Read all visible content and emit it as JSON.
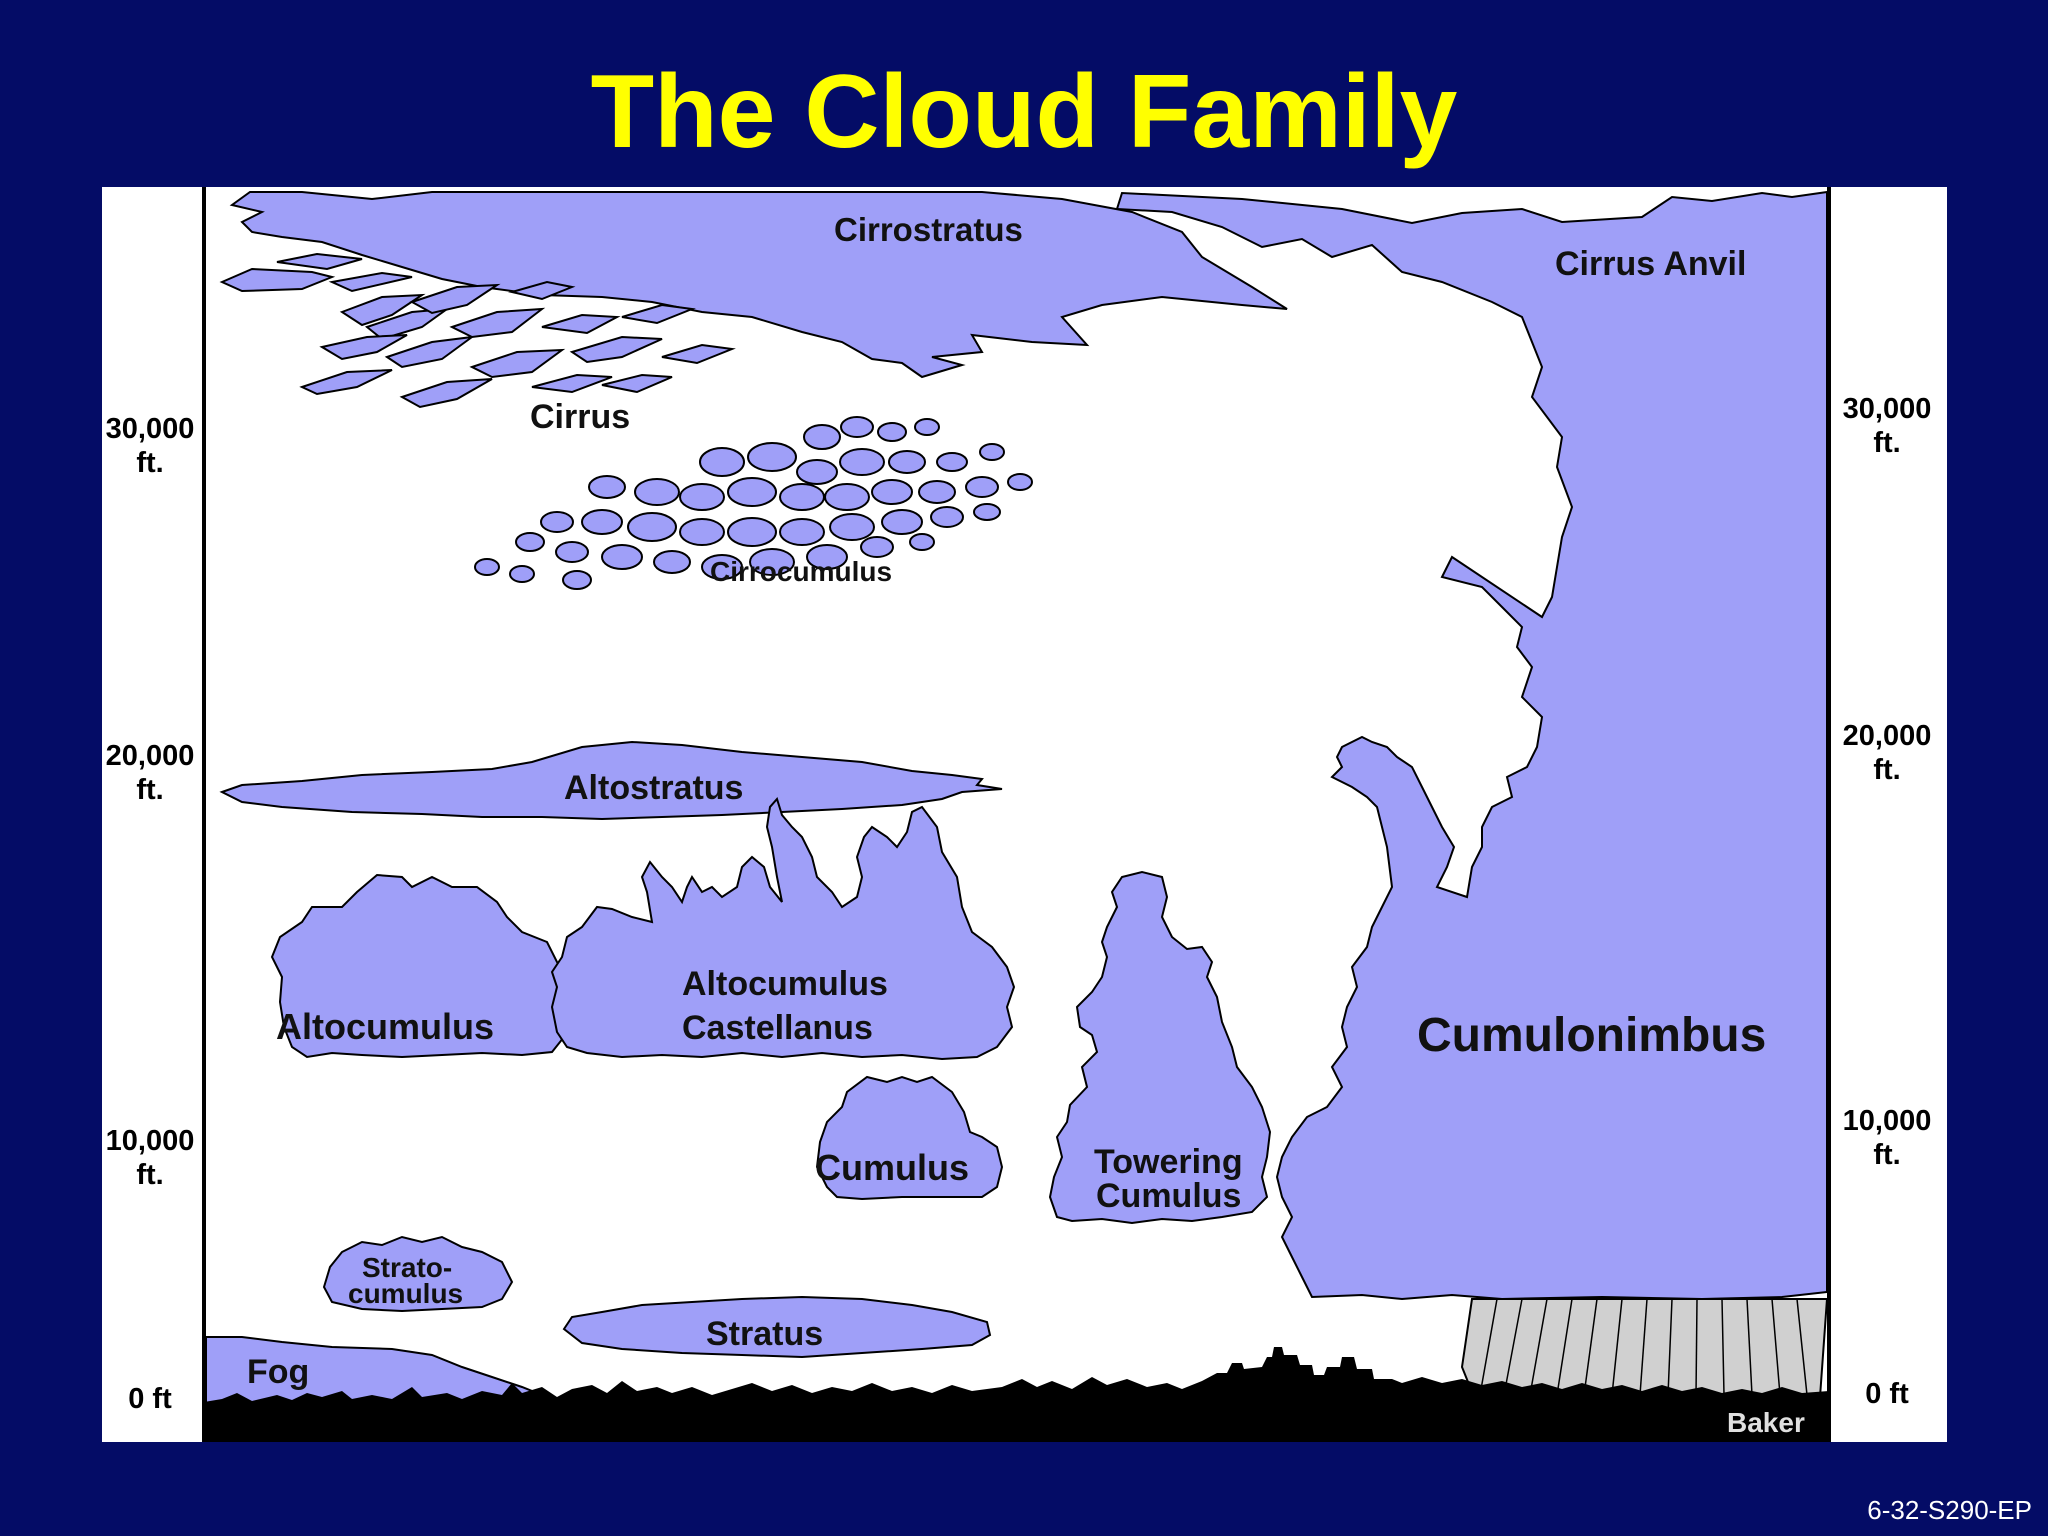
{
  "title": "The Cloud Family",
  "footer_code": "6-32-S290-EP",
  "credit": "Baker",
  "altitudes": {
    "left": [
      "30,000\nft.",
      "20,000\nft.",
      "10,000\nft.",
      "0 ft"
    ],
    "right": [
      "30,000\nft.",
      "20,000\nft.",
      "10,000\nft.",
      "0 ft"
    ]
  },
  "clouds": {
    "cirrostratus": "Cirrostratus",
    "cirrus_anvil": "Cirrus Anvil",
    "cirrus": "Cirrus",
    "cirrocumulus": "Cirrocumulus",
    "altostratus": "Altostratus",
    "altocumulus": "Altocumulus",
    "altocumulus_castellanus_1": "Altocumulus",
    "altocumulus_castellanus_2": "Castellanus",
    "cumulonimbus": "Cumulonimbus",
    "cumulus": "Cumulus",
    "towering_cumulus_1": "Towering",
    "towering_cumulus_2": "Cumulus",
    "stratocumulus_1": "Strato-",
    "stratocumulus_2": "cumulus",
    "stratus": "Stratus",
    "fog": "Fog"
  },
  "colors": {
    "background": "#040c66",
    "title": "#ffff00",
    "cloud_fill": "#9f9ff8",
    "rain_fill": "#d0d0d0",
    "ground": "#000000"
  }
}
